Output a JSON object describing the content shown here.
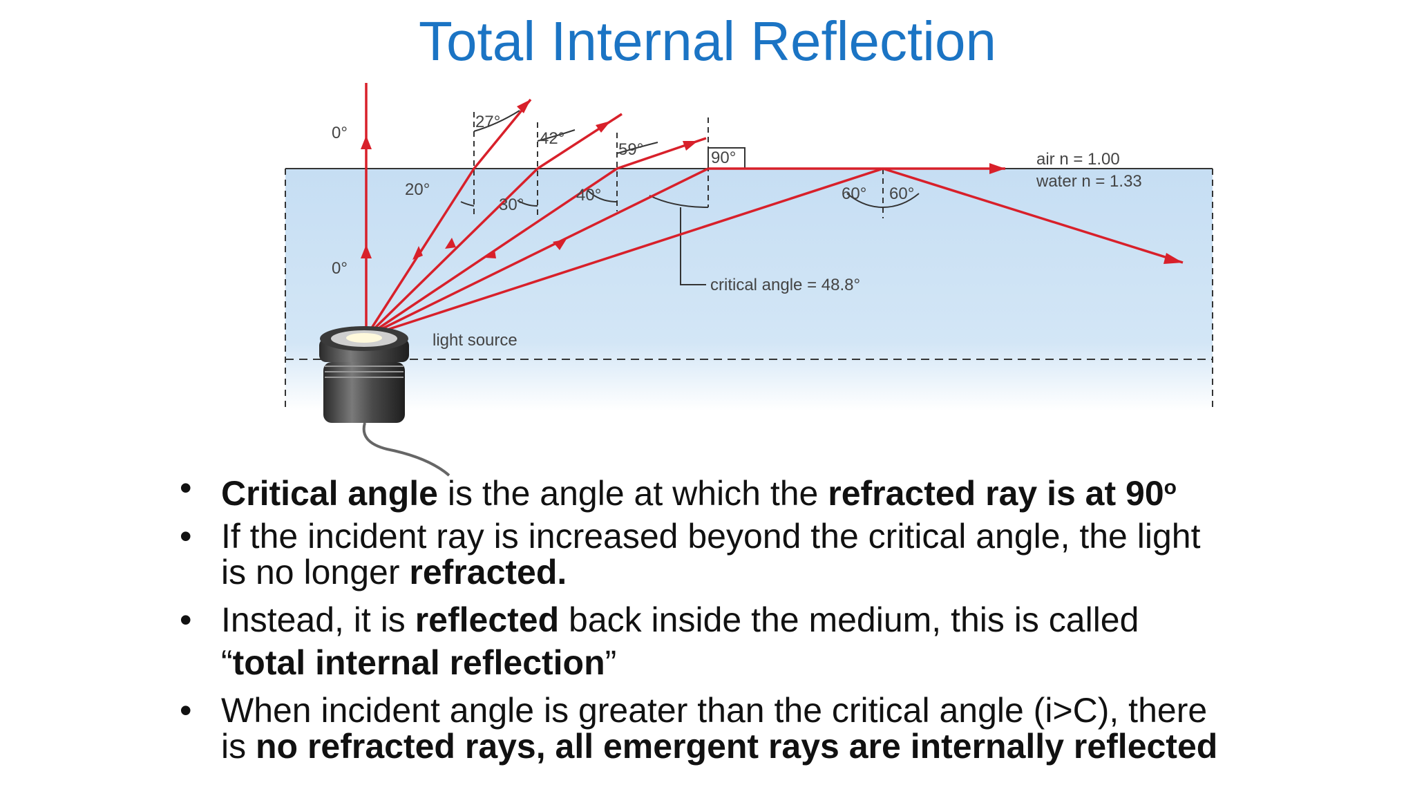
{
  "slide": {
    "title": "Total Internal Reflection"
  },
  "diagram": {
    "angle_labels": {
      "zero_top": "0°",
      "zero_mid": "0°",
      "incident_20": "20°",
      "incident_30": "30°",
      "incident_40": "40°",
      "refracted_27": "27°",
      "refracted_42": "42°",
      "refracted_59": "59°",
      "refracted_90": "90°",
      "reflect_60_left": "60°",
      "reflect_60_right": "60°"
    },
    "air_label": "air n = 1.00",
    "water_label": "water n = 1.33",
    "critical_angle_label": "critical angle = 48.8°",
    "light_source_label": "light source",
    "colors": {
      "ray": "#d8202a",
      "water_top": "#c7dff3",
      "title": "#1b74c4"
    }
  },
  "bullets": {
    "b1": {
      "bold1": "Critical angle",
      "t1": " is the angle at which  the ",
      "bold2": "refracted ray is at 90",
      "sup": "o"
    },
    "b2": {
      "t1": "If the incident ray is increased beyond the  critical angle, the light is no longer ",
      "bold1": "refracted."
    },
    "b3": {
      "t1": "Instead, it is ",
      "bold1": "reflected",
      "t2": " back inside the medium, this is called “",
      "bold2": "total internal reflection",
      "t3": "”"
    },
    "b4": {
      "t1": "When incident angle is greater than the critical  angle (i>C), there is ",
      "bold1": "no refracted rays, all  emergent rays are internally reflected"
    }
  }
}
